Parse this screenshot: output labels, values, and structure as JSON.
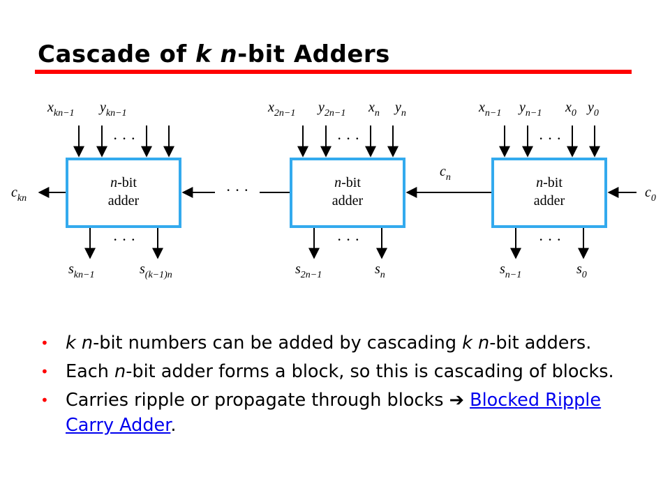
{
  "title": {
    "pre": "Cascade of ",
    "k": "k",
    "space": " ",
    "n": "n",
    "post": "-bit Adders"
  },
  "diagram": {
    "block_label_n": "n",
    "block_label_line1": "-bit",
    "block_label_line2": "adder",
    "ellipsis": "· · ·",
    "inputs": {
      "x_kn1": {
        "base": "x",
        "sub": "kn−1"
      },
      "y_kn1": {
        "base": "y",
        "sub": "kn−1"
      },
      "x_2n1": {
        "base": "x",
        "sub": "2n−1"
      },
      "y_2n1": {
        "base": "y",
        "sub": "2n−1"
      },
      "x_n": {
        "base": "x",
        "sub": "n"
      },
      "y_n": {
        "base": "y",
        "sub": "n"
      },
      "x_n1": {
        "base": "x",
        "sub": "n−1"
      },
      "y_n1": {
        "base": "y",
        "sub": "n−1"
      },
      "x_0": {
        "base": "x",
        "sub": "0"
      },
      "y_0": {
        "base": "y",
        "sub": "0"
      }
    },
    "outputs": {
      "s_kn1": {
        "base": "s",
        "sub": "kn−1"
      },
      "s_k1n": {
        "base": "s",
        "sub": "(k−1)n"
      },
      "s_2n1": {
        "base": "s",
        "sub": "2n−1"
      },
      "s_n": {
        "base": "s",
        "sub": "n"
      },
      "s_n1": {
        "base": "s",
        "sub": "n−1"
      },
      "s_0": {
        "base": "s",
        "sub": "0"
      }
    },
    "carries": {
      "c_kn": {
        "base": "c",
        "sub": "kn"
      },
      "c_n": {
        "base": "c",
        "sub": "n"
      },
      "c_0": {
        "base": "c",
        "sub": "0"
      }
    },
    "colors": {
      "block_border": "#33aaee",
      "title_rule": "#ff0000",
      "bullet": "#ff0000",
      "link": "#0000ee"
    }
  },
  "bullets": {
    "b1": {
      "k1": "k",
      "s1": " ",
      "n1": "n",
      "t1": "-bit numbers can be added by cascading ",
      "k2": "k",
      "s2": " ",
      "n2": "n",
      "t2": "-bit adders."
    },
    "b2": {
      "t1": "Each ",
      "n1": "n",
      "t2": "-bit adder forms a block, so this is cascading of blocks."
    },
    "b3": {
      "t1": "Carries ripple or propagate through blocks ",
      "arrow": "➔",
      "s1": " ",
      "link": "Blocked Ripple Carry Adder",
      "t2": "."
    },
    "marker": "•"
  }
}
